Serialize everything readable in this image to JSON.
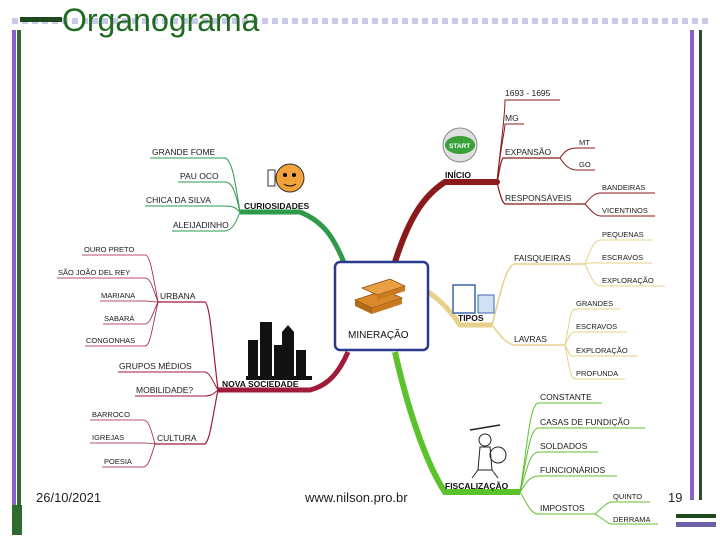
{
  "title": "Organograma",
  "footer": {
    "date": "26/10/2021",
    "site": "www.nilson.pro.br",
    "page": "19"
  },
  "center": "MINERAÇÃO",
  "inicio": {
    "label": "INÍCIO",
    "start_badge": "START",
    "year": "1693 - 1695",
    "mg": "MG",
    "expansao": "EXPANSÃO",
    "mt": "MT",
    "go": "GO",
    "responsaveis": "RESPONSÁVEIS",
    "bandeiras": "BANDEIRAS",
    "vicentinos": "VICENTINOS"
  },
  "tipos": {
    "label": "TIPOS",
    "faisqueiras": "FAISQUEIRAS",
    "pequenas": "PEQUENAS",
    "escravos": "ESCRAVOS",
    "exploracao": "EXPLORAÇÃO",
    "lavras": "LAVRAS",
    "grandes": "GRANDES",
    "escravos2": "ESCRAVOS",
    "exploracao2": "EXPLORAÇÃO",
    "profunda": "PROFUNDA"
  },
  "fiscalizacao": {
    "label": "FISCALIZAÇÃO",
    "constante": "CONSTANTE",
    "casas": "CASAS DE FUNDIÇÃO",
    "soldados": "SOLDADOS",
    "funcionarios": "FUNCIONÁRIOS",
    "impostos": "IMPOSTOS",
    "quinto": "QUINTO",
    "derrama": "DERRAMA"
  },
  "curiosidades": {
    "label": "CURIOSIDADES",
    "grande_fome": "GRANDE FOME",
    "pau_oco": "PAU OCO",
    "chica": "CHICA DA SILVA",
    "aleijadinho": "ALEIJADINHO"
  },
  "nova_sociedade": {
    "label": "NOVA SOCIEDADE",
    "urbana": "URBANA",
    "ouro_preto": "OURO PRETO",
    "sao_joao": "SÃO JOÃO DEL REY",
    "mariana": "MARIANA",
    "sabara": "SABARÁ",
    "congonhas": "CONGONHAS",
    "grupos": "GRUPOS MÉDIOS",
    "mobilidade": "MOBILIDADE?",
    "cultura": "CULTURA",
    "barroco": "BARROCO",
    "igrejas": "IGREJAS",
    "poesia": "POESIA"
  },
  "colors": {
    "title": "#1f6b1f",
    "branch_inicio": "#8b1a1a",
    "branch_tipos": "#e6d08a",
    "branch_fisc": "#5cc22b",
    "branch_curio": "#2e9a4a",
    "branch_nova": "#a01a3a",
    "center_border": "#2a3a8a"
  },
  "icons": [
    "start-icon",
    "gold-bars-icon",
    "curiosity-character-icon",
    "city-skyline-icon",
    "document-icon",
    "inspector-character-icon"
  ]
}
